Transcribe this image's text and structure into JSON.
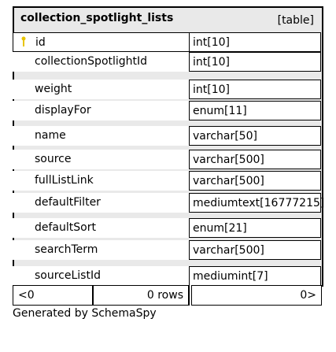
{
  "table": {
    "name": "collection_spotlight_lists",
    "type_tag": "[table]",
    "columns": [
      {
        "name": "id",
        "type": "int[10]",
        "primary_key": true
      },
      {
        "name": "collectionSpotlightId",
        "type": "int[10]"
      },
      {
        "name": "weight",
        "type": "int[10]"
      },
      {
        "name": "displayFor",
        "type": "enum[11]"
      },
      {
        "name": "name",
        "type": "varchar[50]"
      },
      {
        "name": "source",
        "type": "varchar[500]"
      },
      {
        "name": "fullListLink",
        "type": "varchar[500]"
      },
      {
        "name": "defaultFilter",
        "type": "mediumtext[16777215]"
      },
      {
        "name": "defaultSort",
        "type": "enum[21]"
      },
      {
        "name": "searchTerm",
        "type": "varchar[500]"
      },
      {
        "name": "sourceListId",
        "type": "mediumint[7]"
      }
    ],
    "footer": {
      "parents": "<0",
      "rows": "0 rows",
      "children": "0>"
    }
  },
  "generated_by": "Generated by SchemaSpy",
  "colors": {
    "box_bg": "#e9e9e9",
    "cell_bg": "#ffffff",
    "key_icon": "#e8c400"
  }
}
